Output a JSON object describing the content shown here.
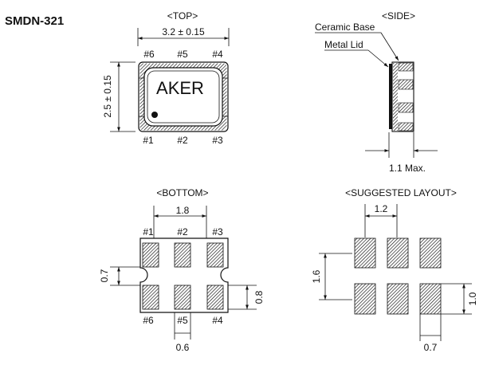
{
  "diagram": {
    "part_number": "SMDN-321",
    "top_view": {
      "label": "<TOP>",
      "width_dim": "3.2 ± 0.15",
      "height_dim": "2.5 ± 0.15",
      "brand": "AKER",
      "pins_top": [
        "#6",
        "#5",
        "#4"
      ],
      "pins_bottom": [
        "#1",
        "#2",
        "#3"
      ]
    },
    "side_view": {
      "label": "<SIDE>",
      "callout_base": "Ceramic Base",
      "callout_lid": "Metal Lid",
      "height_dim": "1.1 Max."
    },
    "bottom_view": {
      "label": "<BOTTOM>",
      "pitch_dim": "1.8",
      "pad_gap_dim": "0.7",
      "pad_height_dim": "0.8",
      "pad_width_dim": "0.6",
      "pins_top": [
        "#1",
        "#2",
        "#3"
      ],
      "pins_bottom": [
        "#6",
        "#5",
        "#4"
      ]
    },
    "layout_view": {
      "label": "<SUGGESTED LAYOUT>",
      "pitch_dim": "1.2",
      "row_pitch_dim": "1.6",
      "pad_height_dim": "1.0",
      "pad_width_dim": "0.7"
    }
  },
  "colors": {
    "line": "#111111",
    "hatch": "#111111",
    "background": "#ffffff"
  }
}
